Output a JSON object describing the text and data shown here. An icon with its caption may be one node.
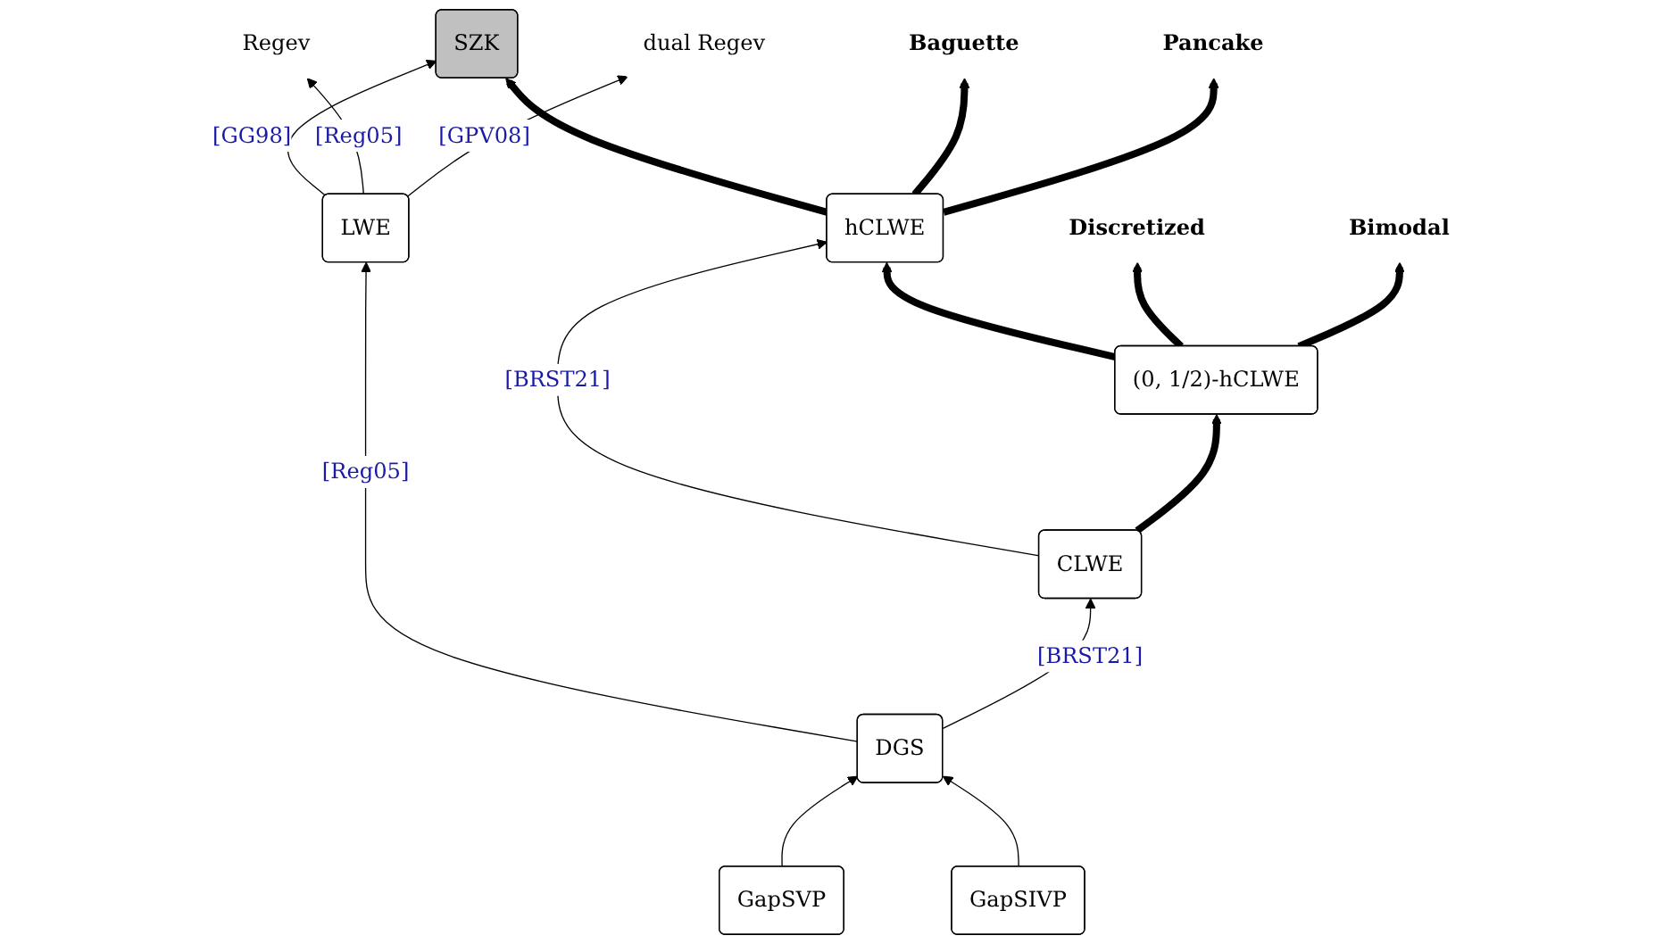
{
  "diagram": {
    "nodes": [
      {
        "text": [
          "SZK"
        ]
      },
      {
        "text": [
          "hCLWE"
        ]
      },
      {
        "text": [
          "Baguette"
        ]
      },
      {
        "text": [
          "Pancake"
        ]
      },
      {
        "text": [
          "(0, 1/2)-hCLWE"
        ]
      },
      {
        "text": [
          "Discretized"
        ]
      },
      {
        "text": [
          "Bimodal"
        ]
      },
      {
        "text": [
          "Regev"
        ]
      },
      {
        "text": [
          "dual Regev"
        ]
      },
      {
        "text": [
          "LWE"
        ]
      },
      {
        "text": [
          "CLWE"
        ]
      },
      {
        "text": [
          "DGS"
        ]
      },
      {
        "text": [
          "GapSVP"
        ]
      },
      {
        "text": [
          "GapSIVP"
        ]
      }
    ],
    "edges": [
      {
        "from": 12,
        "to": 11,
        "arrow": "to"
      },
      {
        "from": 13,
        "to": 11,
        "arrow": "to"
      },
      {
        "from": 11,
        "to": 9,
        "arrow": "to",
        "label": "[Reg05]"
      },
      {
        "from": 11,
        "to": 10,
        "arrow": "to",
        "label": "[BRST21]"
      },
      {
        "from": 9,
        "to": 0,
        "arrow": "to",
        "label": "[GG98]"
      },
      {
        "from": 9,
        "to": 7,
        "arrow": "to",
        "label": "[Reg05]"
      },
      {
        "from": 9,
        "to": 8,
        "arrow": "to",
        "label": "[GPV08]"
      },
      {
        "from": 10,
        "to": 1,
        "arrow": "to",
        "label": "[BRST21]"
      },
      {
        "from": 10,
        "to": 4,
        "arrow": "to",
        "style": "thick"
      },
      {
        "from": 4,
        "to": 1,
        "arrow": "to",
        "style": "thick"
      },
      {
        "from": 1,
        "to": 0,
        "arrow": "to",
        "style": "thick"
      },
      {
        "from": 1,
        "to": 2,
        "arrow": "to",
        "style": "thick"
      },
      {
        "from": 1,
        "to": 3,
        "arrow": "to",
        "style": "thick"
      },
      {
        "from": 4,
        "to": 5,
        "arrow": "to",
        "style": "thick"
      },
      {
        "from": 4,
        "to": 6,
        "arrow": "to",
        "style": "thick"
      }
    ]
  }
}
